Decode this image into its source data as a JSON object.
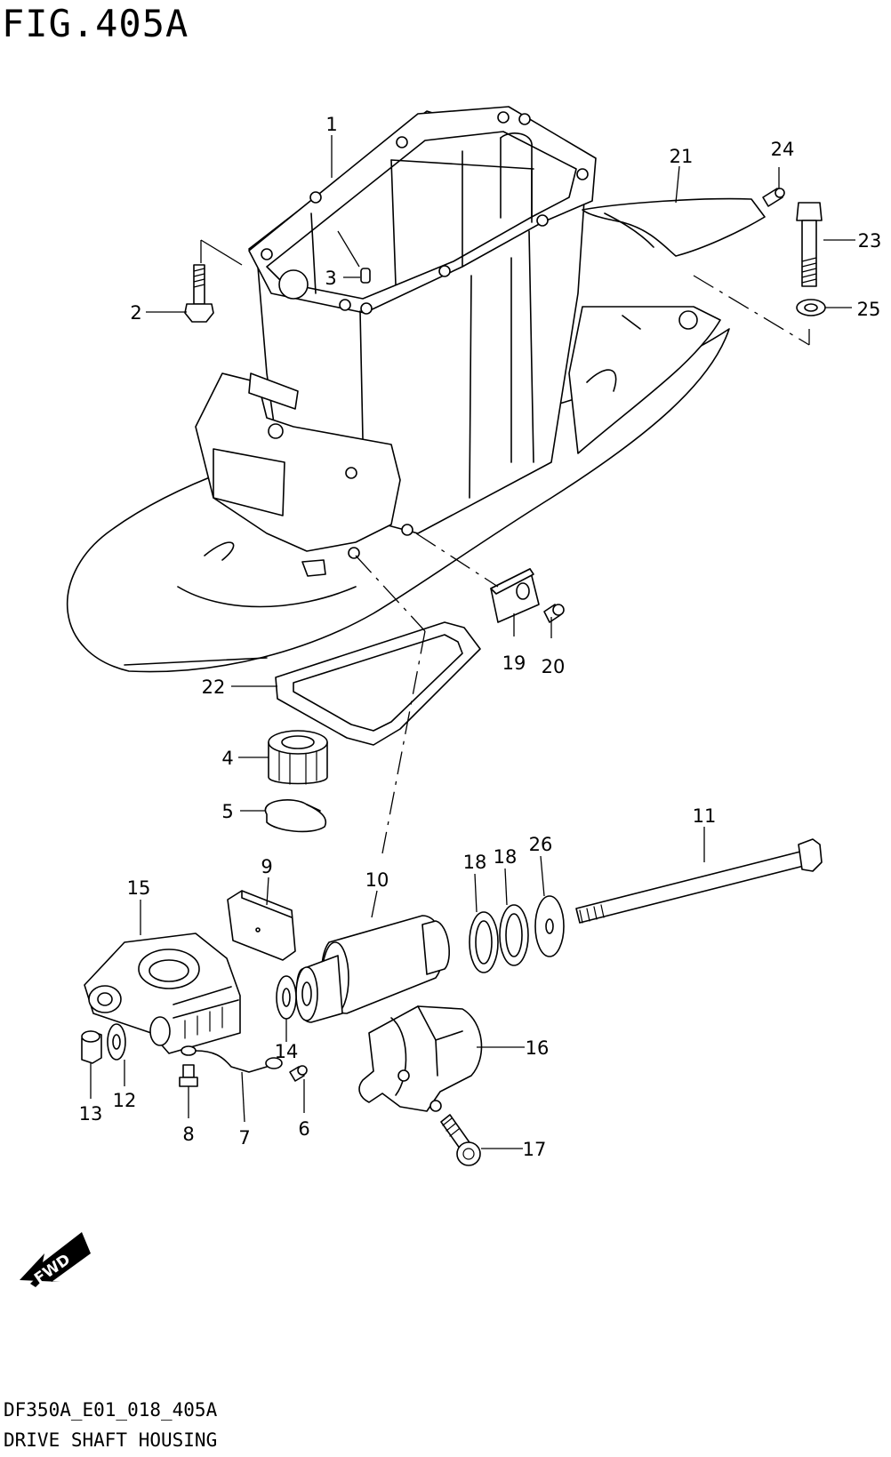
{
  "figure": {
    "title": "FIG.405A",
    "code": "DF350A_E01_018_405A",
    "name": "DRIVE SHAFT HOUSING"
  },
  "arrow": {
    "label": "FWD"
  },
  "callouts": [
    "1",
    "2",
    "3",
    "4",
    "5",
    "6",
    "7",
    "8",
    "9",
    "10",
    "11",
    "12",
    "13",
    "14",
    "15",
    "16",
    "17",
    "18",
    "18",
    "19",
    "20",
    "21",
    "22",
    "23",
    "24",
    "25",
    "26"
  ]
}
